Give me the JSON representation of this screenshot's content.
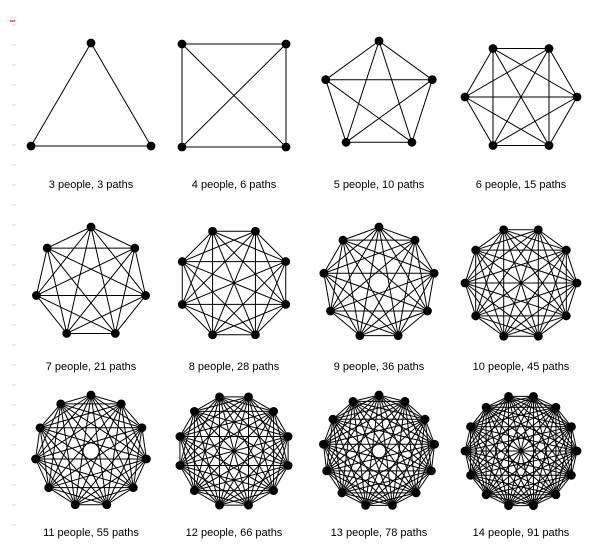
{
  "diagram": {
    "node_color": "#000000",
    "edge_color": "#000000",
    "graphs": [
      {
        "people": 3,
        "paths": 3,
        "caption": "3 people, 3 paths"
      },
      {
        "people": 4,
        "paths": 6,
        "caption": "4 people, 6 paths"
      },
      {
        "people": 5,
        "paths": 10,
        "caption": "5 people, 10 paths"
      },
      {
        "people": 6,
        "paths": 15,
        "caption": "6 people, 15 paths"
      },
      {
        "people": 7,
        "paths": 21,
        "caption": "7 people, 21 paths"
      },
      {
        "people": 8,
        "paths": 28,
        "caption": "8 people, 28 paths"
      },
      {
        "people": 9,
        "paths": 36,
        "caption": "9 people, 36 paths"
      },
      {
        "people": 10,
        "paths": 45,
        "caption": "10 people, 45 paths"
      },
      {
        "people": 11,
        "paths": 55,
        "caption": "11 people, 55 paths"
      },
      {
        "people": 12,
        "paths": 66,
        "caption": "12 people, 66 paths"
      },
      {
        "people": 13,
        "paths": 78,
        "caption": "13 people, 78 paths"
      },
      {
        "people": 14,
        "paths": 91,
        "caption": "14 people, 91 paths"
      }
    ]
  }
}
